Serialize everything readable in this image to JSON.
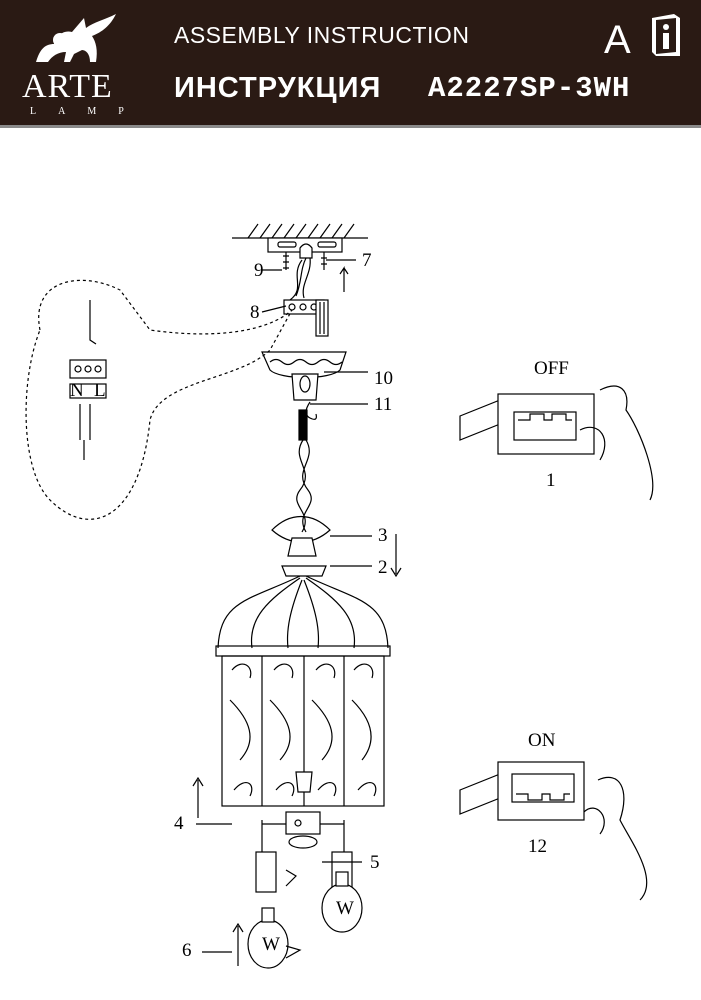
{
  "header": {
    "brand": "ARTE",
    "brand_sub": "LAMP",
    "title_en": "ASSEMBLY INSTRUCTION",
    "title_ru": "ИНСТРУКЦИЯ",
    "model": "A2227SP-3WH",
    "letter": "A",
    "info_icon": "book-info-icon"
  },
  "diagram": {
    "part_labels": [
      "1",
      "2",
      "3",
      "4",
      "5",
      "6",
      "7",
      "8",
      "9",
      "10",
      "11",
      "12"
    ],
    "switch_off": "OFF",
    "switch_on": "ON",
    "bulb_mark": "W",
    "terminal_labels": [
      "N",
      "L"
    ]
  },
  "colors": {
    "header_bg": "#2a1a14",
    "ink": "#000000"
  }
}
